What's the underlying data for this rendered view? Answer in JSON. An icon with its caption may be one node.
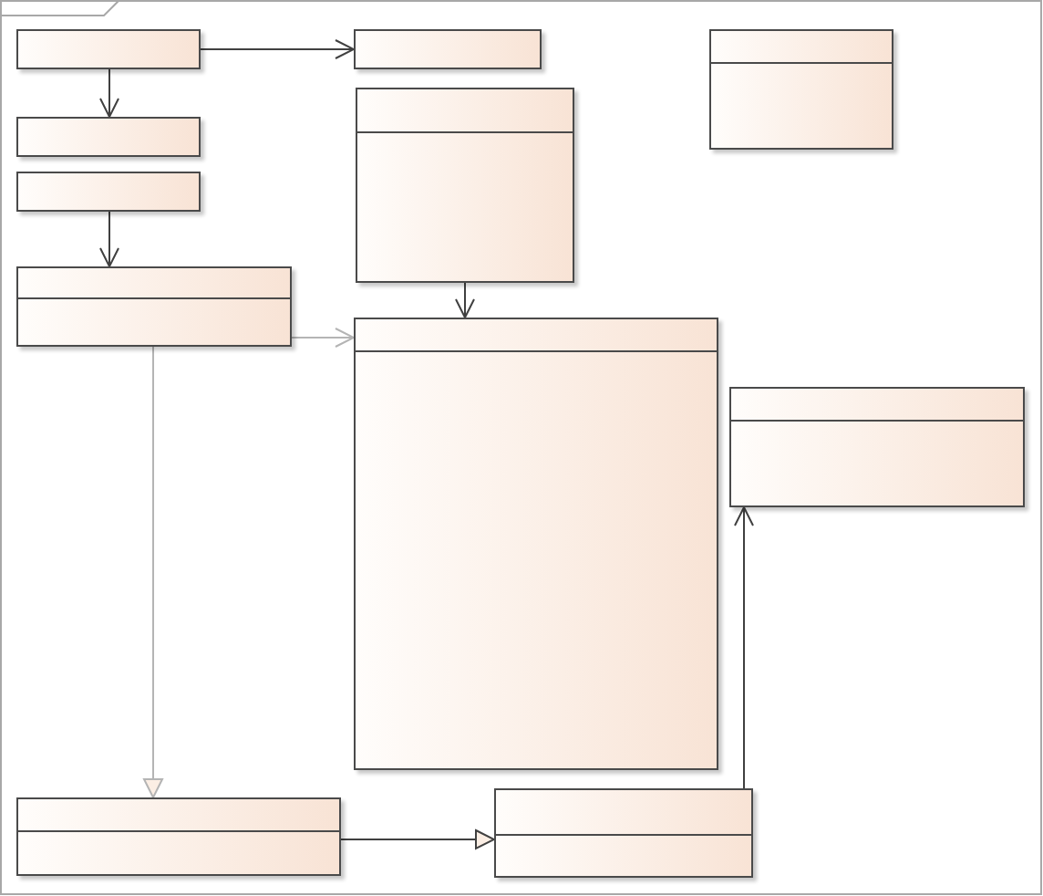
{
  "diagram": {
    "nodes": [
      {
        "text": [],
        "shape": "box"
      },
      {
        "text": [],
        "shape": "box"
      },
      {
        "text": [],
        "shape": "box"
      },
      {
        "text": [],
        "shape": "box"
      },
      {
        "text": [],
        "shape": "box"
      },
      {
        "text": [],
        "shape": "box"
      },
      {
        "text": [],
        "shape": "box"
      },
      {
        "text": [],
        "shape": "box"
      },
      {
        "text": [],
        "shape": "box"
      },
      {
        "text": [],
        "shape": "box"
      },
      {
        "text": [],
        "shape": "box"
      }
    ],
    "edges": [
      {
        "from": 0,
        "to": 1,
        "arrow": "to"
      },
      {
        "from": 0,
        "to": 3,
        "arrow": "to"
      },
      {
        "from": 4,
        "to": 6,
        "arrow": "to"
      },
      {
        "from": 5,
        "to": 7,
        "arrow": "to"
      },
      {
        "from": 6,
        "to": 7,
        "arrow": "to",
        "color": "#b4b4b4"
      },
      {
        "from": 6,
        "to": 9,
        "arrow": "to",
        "color": "#b4b4b4"
      },
      {
        "from": 9,
        "to": 10,
        "arrow": "to"
      },
      {
        "from": 10,
        "to": 8,
        "arrow": "to"
      }
    ]
  }
}
